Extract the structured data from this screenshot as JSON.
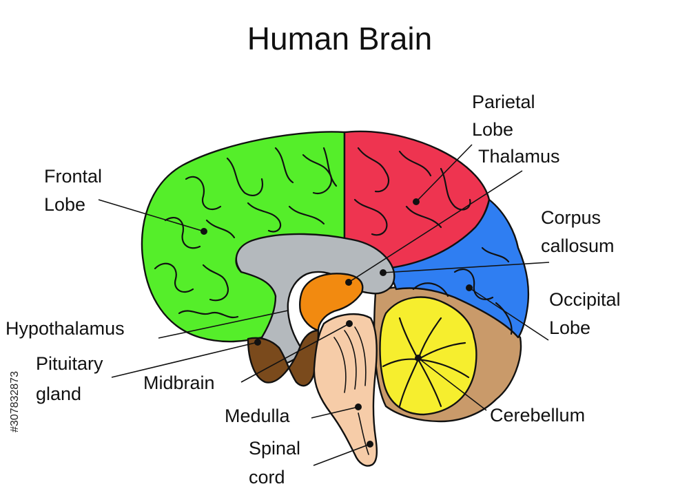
{
  "title": "Human Brain",
  "watermark": "#307832873",
  "labels": {
    "frontal_lobe": [
      "Frontal",
      "Lobe"
    ],
    "parietal_lobe": [
      "Parietal",
      "Lobe"
    ],
    "thalamus": "Thalamus",
    "corpus_callosum": [
      "Corpus",
      "callosum"
    ],
    "occipital_lobe": [
      "Occipital",
      "Lobe"
    ],
    "hypothalamus": "Hypothalamus",
    "pituitary_gland": [
      "Pituitary",
      "gland"
    ],
    "midbrain": "Midbrain",
    "medulla": "Medulla",
    "spinal_cord": [
      "Spinal",
      "cord"
    ],
    "cerebellum": "Cerebellum"
  },
  "colors": {
    "frontal_lobe": "#55ee2a",
    "parietal_lobe": "#ee3450",
    "occipital_lobe": "#2f7ef2",
    "corpus_callosum": "#b4b9bd",
    "thalamus": "#f28a10",
    "cerebellum": "#f6ee2e",
    "brainstem": "#f6cca8",
    "tentorium": "#c99a6a",
    "pituitary": "#7a4a1c"
  }
}
